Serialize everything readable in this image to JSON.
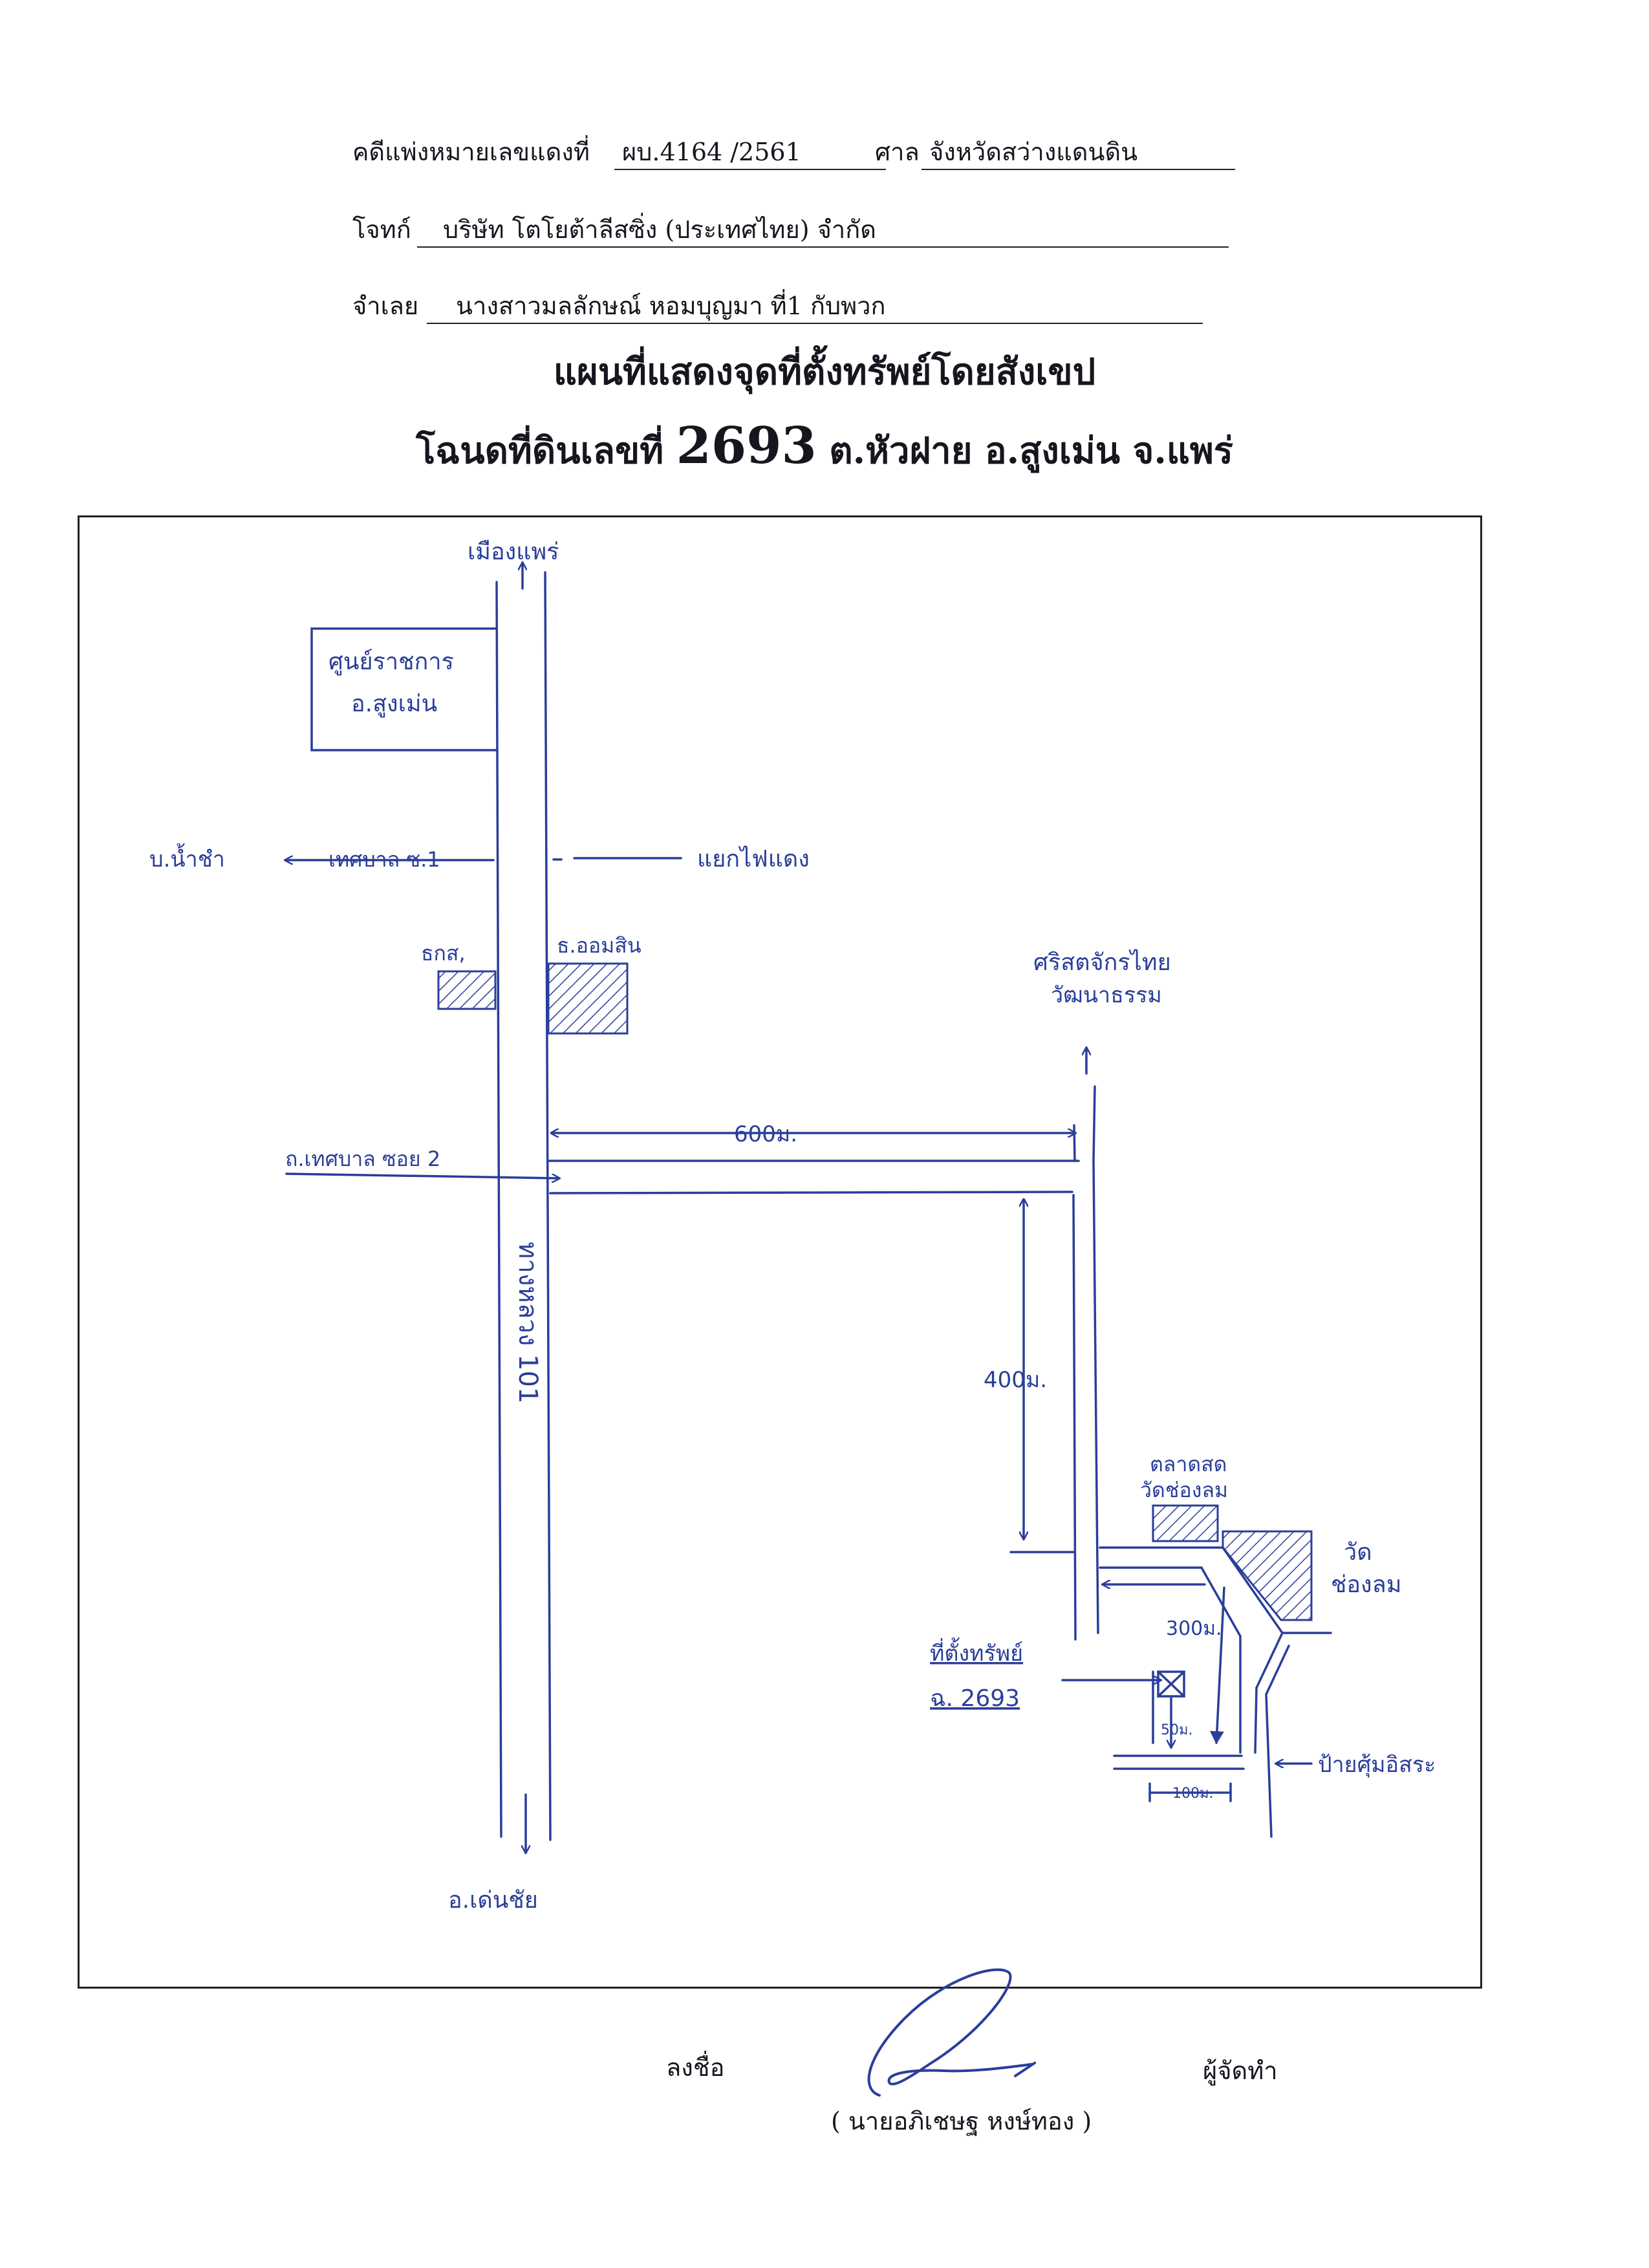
{
  "header": {
    "case_label": "คดีแพ่งหมายเลขแดงที่",
    "case_number": "ผบ.4164 /2561",
    "court_label": "ศาล",
    "court_name": "จังหวัดสว่างแดนดิน",
    "plaintiff_label": "โจทก์",
    "plaintiff_name": "บริษัท โตโยต้าลีสซิ่ง (ประเทศไทย) จำกัด",
    "defendant_label": "จำเลย",
    "defendant_name": "นางสาวมลลักษณ์ หอมบุญมา ที่1 กับพวก"
  },
  "title": {
    "line1": "แผนที่แสดงจุดที่ตั้งทรัพย์โดยสังเขป",
    "line2_prefix": "โฉนดที่ดินเลขที่",
    "deed_number": "2693",
    "line2_suffix": "ต.หัวฝาย อ.สูงเม่น จ.แพร่"
  },
  "map": {
    "colors": {
      "ink": "#2a3e9a"
    },
    "labels": {
      "north_destination": "เมืองแพร่",
      "south_destination": "อ.เด่นชัย",
      "gov_center_line1": "ศูนย์ราชการ",
      "gov_center_line2": "อ.สูงเม่น",
      "west_village": "บ.น้ำชำ",
      "municipal_soi1": "เทศบาล ซ.1",
      "traffic_light": "แยกไฟแดง",
      "baac": "ธกส,",
      "gsb": "ธ.ออมสิน",
      "church_line1": "ศริสตจักรไทย",
      "church_line2": "วัฒนาธรรม",
      "distance_600": "600ม.",
      "municipal_soi2": "ถ.เทศบาล ซอย 2",
      "highway": "ทางหลวง 101",
      "distance_400": "400ม.",
      "market_line1": "ตลาดสด",
      "market_line2": "วัดช่องลม",
      "temple_line1": "วัด",
      "temple_line2": "ช่องลม",
      "distance_300": "300ม.",
      "property_line1": "ที่ตั้งทรัพย์",
      "property_line2": "ฉ. 2693",
      "distance_50": "50ม.",
      "distance_100": "100ม.",
      "bus_stop": "ป้ายศุ้มอิสระ"
    }
  },
  "footer": {
    "sign_label": "ลงชื่อ",
    "maker_label": "ผู้จัดทำ",
    "signer_name": "( นายอภิเชษฐ หงษ์ทอง )"
  }
}
